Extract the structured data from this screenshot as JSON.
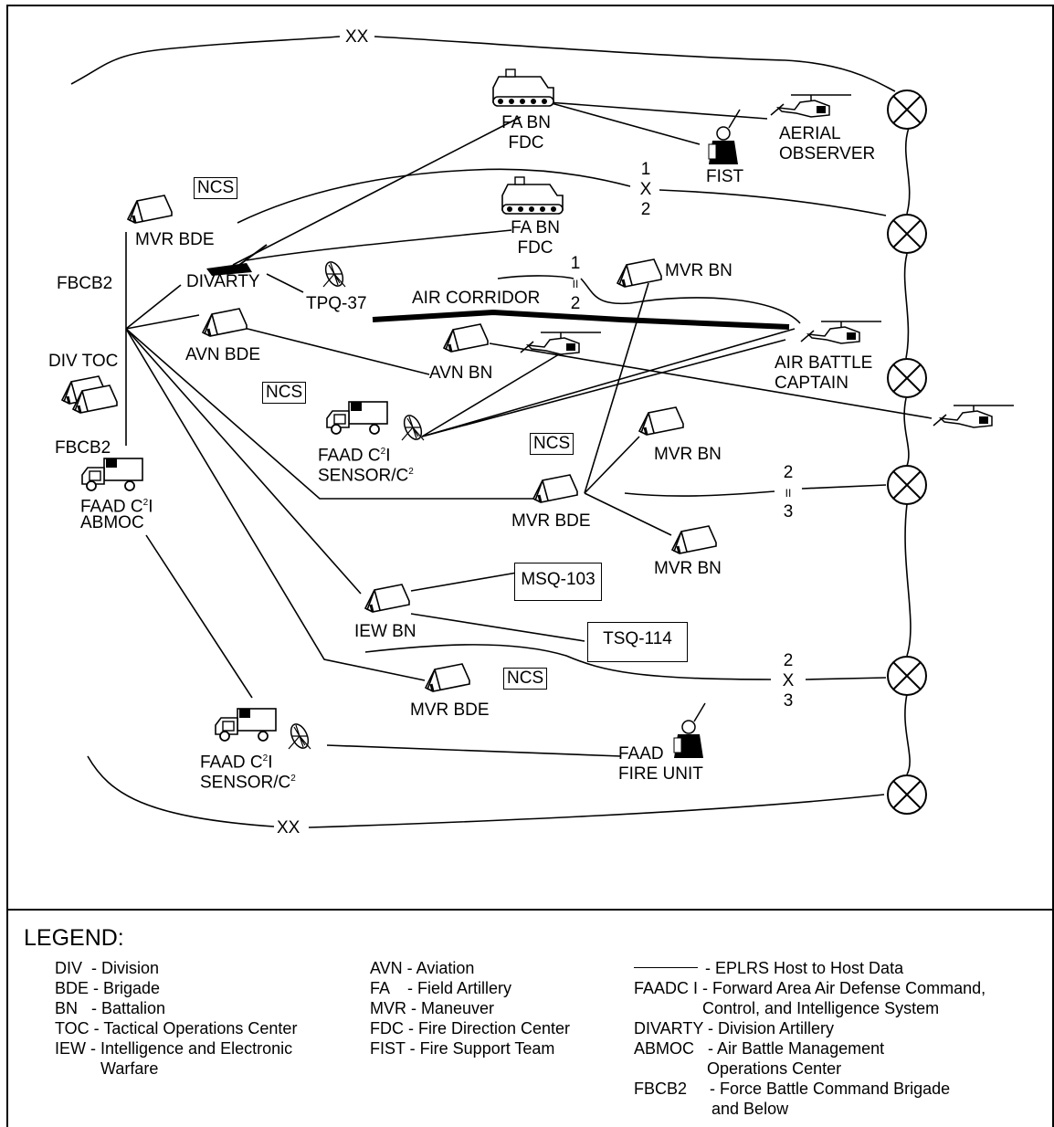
{
  "labels": {
    "xx_top": "XX",
    "xx_bottom": "XX",
    "fa_bn_fdc_top_1": "FA BN",
    "fa_bn_fdc_top_2": "FDC",
    "fa_bn_fdc_mid_1": "FA BN",
    "fa_bn_fdc_mid_2": "FDC",
    "aerial_observer_1": "AERIAL",
    "aerial_observer_2": "OBSERVER",
    "fist": "FIST",
    "boundary_1_2_top": "1",
    "boundary_1_2_mid": "X",
    "boundary_1_2_bot": "2",
    "boundary_1ii2_top": "1",
    "boundary_1ii2_mid": "II",
    "boundary_1ii2_bot": "2",
    "boundary_2ii3_top": "2",
    "boundary_2ii3_mid": "II",
    "boundary_2ii3_bot": "3",
    "boundary_2x3_top": "2",
    "boundary_2x3_mid": "X",
    "boundary_2x3_bot": "3",
    "mvr_bde_1": "MVR BDE",
    "mvr_bde_2": "MVR BDE",
    "mvr_bde_3": "MVR BDE",
    "mvr_bn_1": "MVR BN",
    "mvr_bn_2": "MVR BN",
    "mvr_bn_3": "MVR BN",
    "fbcb2_1": "FBCB2",
    "fbcb2_2": "FBCB2",
    "divarty": "DIVARTY",
    "tpq37": "TPQ-37",
    "air_corridor": "AIR CORRIDOR",
    "avn_bde": "AVN BDE",
    "avn_bn": "AVN BN",
    "div_toc": "DIV TOC",
    "air_battle_captain_1": "AIR BATTLE",
    "air_battle_captain_2": "CAPTAIN",
    "faad_sensor_1_a": "FAAD C",
    "faad_sensor_1_b": "SENSOR/C",
    "faad_abmoc_a": "FAAD C",
    "faad_abmoc_b": "ABMOC",
    "faad_sensor_2_a": "FAAD C",
    "faad_sensor_2_b": "SENSOR/C",
    "sup2": "2",
    "i_letter": "I",
    "iew_bn": "IEW BN",
    "msq103": "MSQ-103",
    "tsq114": "TSQ-114",
    "faad_fire_unit_1": "FAAD",
    "faad_fire_unit_2": "FIRE UNIT",
    "ncs": "NCS"
  },
  "legend": {
    "title": "LEGEND:",
    "col1": [
      "DIV  - Division",
      "BDE - Brigade",
      "BN   - Battalion",
      "TOC - Tactical Operations Center",
      "IEW - Intelligence and Electronic",
      "          Warfare"
    ],
    "col2": [
      "AVN - Aviation",
      "FA    - Field Artillery",
      "MVR - Maneuver",
      "FDC - Fire Direction Center",
      "FIST - Fire Support Team"
    ],
    "col3": [
      "- EPLRS Host to Host Data",
      "FAADC I - Forward Area Air Defense Command,",
      "               Control, and Intelligence System",
      "DIVARTY - Division Artillery",
      "ABMOC   - Air Battle Management",
      "                Operations Center",
      "FBCB2     - Force Battle Command Brigade",
      "                 and Below"
    ]
  }
}
